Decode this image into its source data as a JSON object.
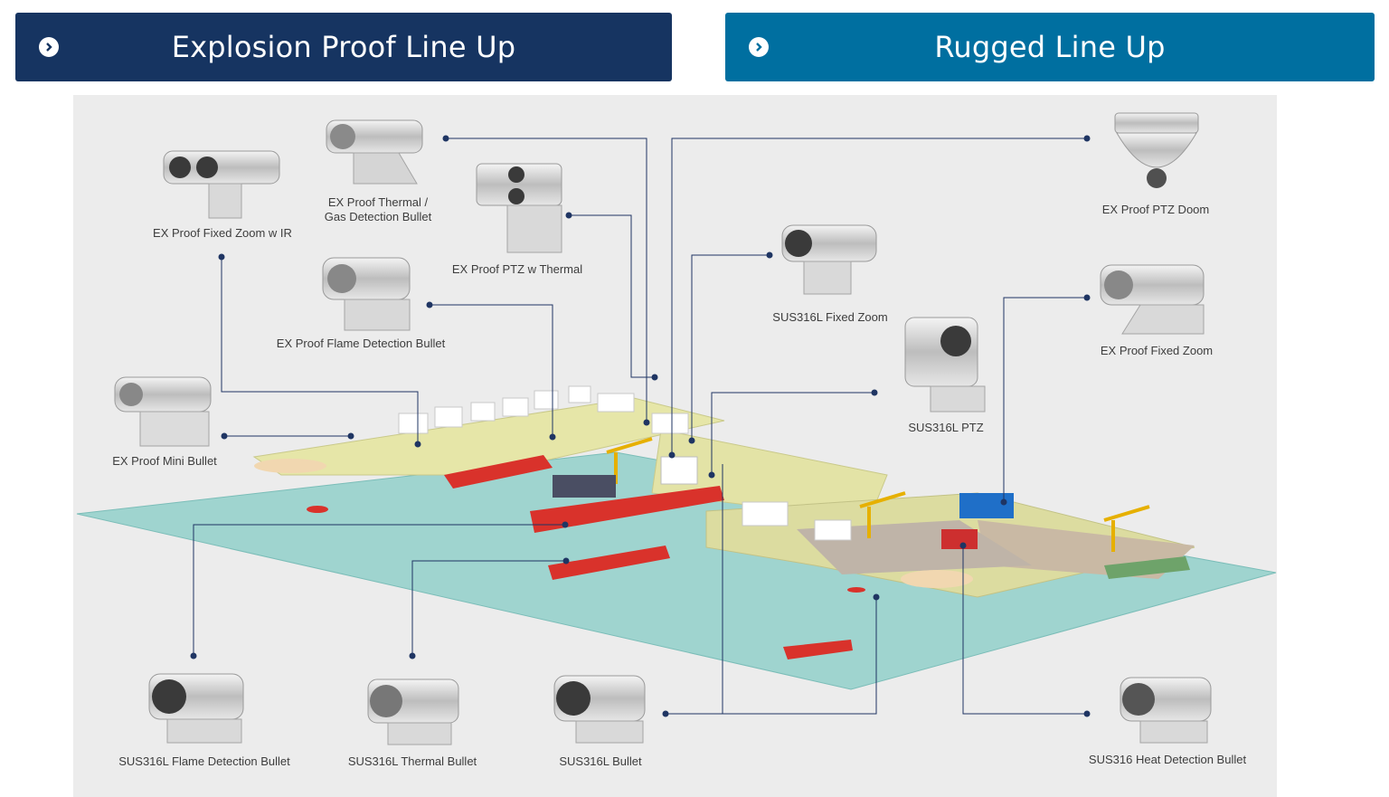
{
  "banners": {
    "explosion_proof": "Explosion Proof Line Up",
    "rugged": "Rugged Line Up"
  },
  "colors": {
    "explosion_banner": "#163461",
    "rugged_banner": "#006fa0",
    "connector_line": "#1f3563",
    "water": "#9fd4cf",
    "background": "#ececec",
    "ship_hull": "#d9322b"
  },
  "icons": {
    "banner_chevron": "chevron-right-circle-icon"
  },
  "products": {
    "ex_fixed_zoom_ir": "EX Proof Fixed Zoom w IR",
    "ex_thermal_gas_line1": "EX Proof Thermal /",
    "ex_thermal_gas_line2": "Gas Detection Bullet",
    "ex_ptz_thermal": "EX Proof PTZ w Thermal",
    "ex_flame_detection": "EX Proof Flame Detection Bullet",
    "ex_mini_bullet": "EX Proof Mini Bullet",
    "ex_ptz_doom": "EX Proof PTZ Doom",
    "sus316l_fixed_zoom": "SUS316L Fixed Zoom",
    "ex_fixed_zoom": "EX Proof Fixed Zoom",
    "sus316l_ptz": "SUS316L PTZ",
    "sus316l_flame_bullet": "SUS316L Flame Detection Bullet",
    "sus316l_thermal_bullet": "SUS316L Thermal Bullet",
    "sus316l_bullet": "SUS316L Bullet",
    "sus316_heat_bullet": "SUS316 Heat Detection Bullet"
  }
}
